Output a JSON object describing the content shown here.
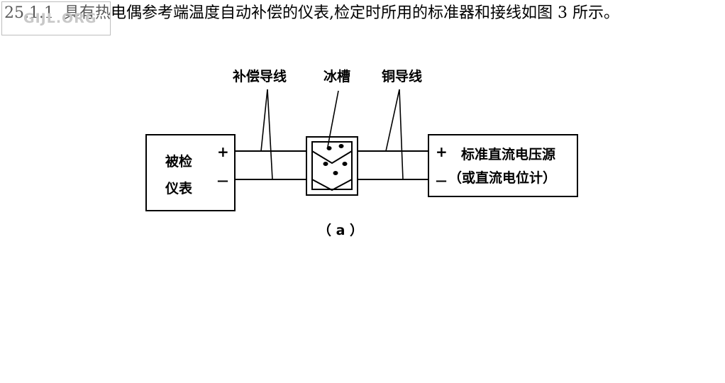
{
  "heading": {
    "clause_number": "25.1.1",
    "text": "具有热电偶参考端温度自动补偿的仪表,检定时所用的标准器和接线如图 3 所示。"
  },
  "watermark": "GIJL.ORG",
  "diagram": {
    "labels": {
      "compensating_wire": "补偿导线",
      "ice_bath": "冰槽",
      "copper_wire": "铜导线"
    },
    "instrument": {
      "line1": "被检",
      "line2": "仪表",
      "plus": "+",
      "minus": "—"
    },
    "source": {
      "plus": "+",
      "minus": "—",
      "line1": "标准直流电压源",
      "line2": "（或直流电位计）"
    },
    "caption": "（ a ）"
  }
}
